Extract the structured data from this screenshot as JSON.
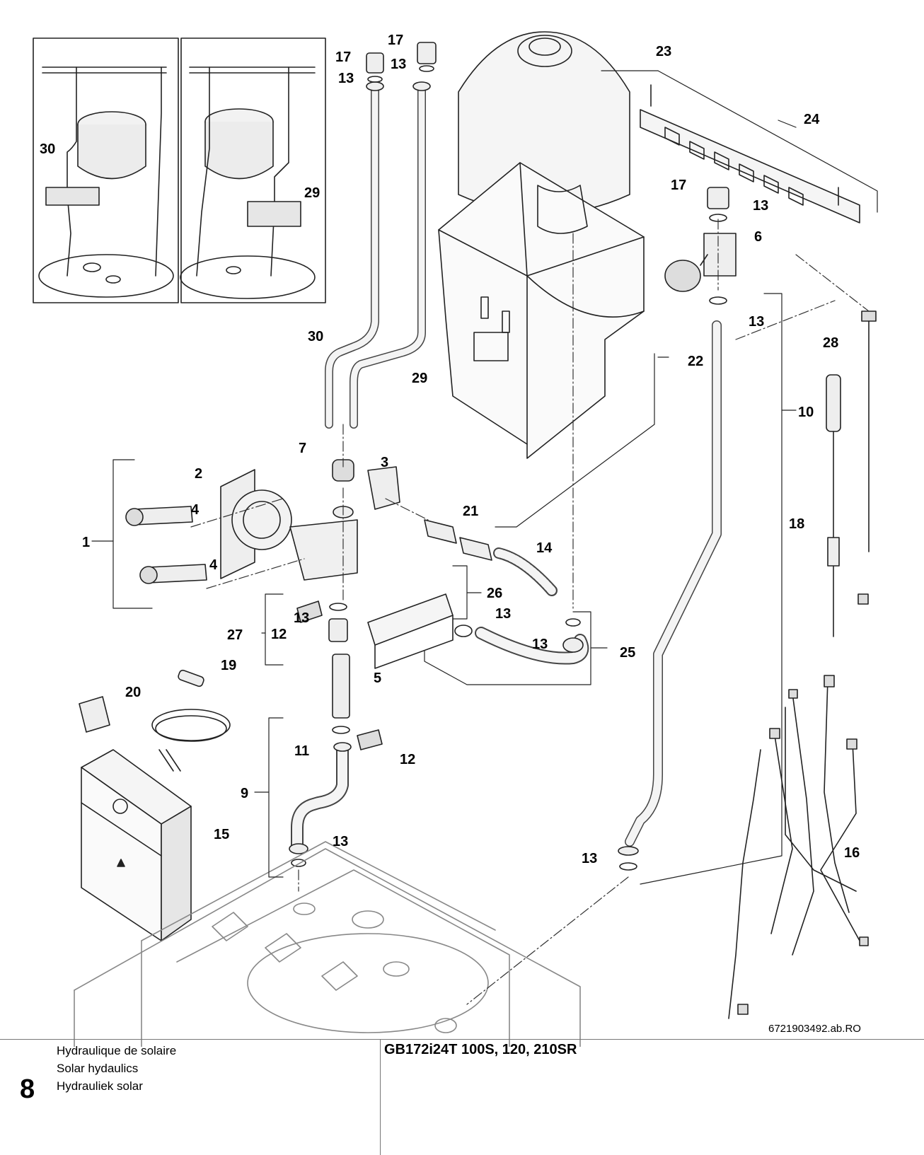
{
  "callouts": {
    "c1": "1",
    "c2": "2",
    "c3": "3",
    "c4a": "4",
    "c4b": "4",
    "c5": "5",
    "c6": "6",
    "c7": "7",
    "c9": "9",
    "c10": "10",
    "c11": "11",
    "c12a": "12",
    "c12b": "12",
    "c13a": "13",
    "c13b": "13",
    "c13c": "13",
    "c13d": "13",
    "c13e": "13",
    "c13f": "13",
    "c13g": "13",
    "c13h": "13",
    "c13i": "13",
    "c14": "14",
    "c15": "15",
    "c16": "16",
    "c17a": "17",
    "c17b": "17",
    "c17c": "17",
    "c18": "18",
    "c19": "19",
    "c20": "20",
    "c21": "21",
    "c22": "22",
    "c23": "23",
    "c24": "24",
    "c25": "25",
    "c26": "26",
    "c27": "27",
    "c28": "28",
    "c29a": "29",
    "c29b": "29",
    "c30a": "30",
    "c30b": "30"
  },
  "drawing_number": "6721903492.ab.RO",
  "footer": {
    "page_number": "8",
    "title_fr": "Hydraulique de solaire",
    "title_en": "Solar hydaulics",
    "title_nl": "Hydrauliek solar",
    "model": "GB172i24T 100S, 120, 210SR"
  }
}
